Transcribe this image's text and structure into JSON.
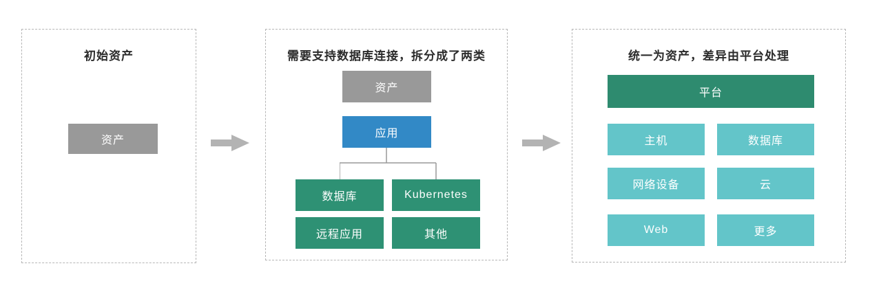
{
  "colors": {
    "gray_box": "#999999",
    "blue_box": "#3289c6",
    "green_box": "#2e9174",
    "platform_box": "#2e8b6f",
    "teal_box": "#63c5c9",
    "arrow": "#b3b3b3",
    "connector_line": "#999999",
    "dashed_border": "#b5b5b5",
    "title_text": "#2b2b2b",
    "box_text": "#ffffff"
  },
  "panel_initial": {
    "title": "初始资产",
    "asset": "资产"
  },
  "panel_split": {
    "title": "需要支持数据库连接，拆分成了两类",
    "asset": "资产",
    "app": "应用",
    "children": [
      "数据库",
      "Kubernetes",
      "远程应用",
      "其他"
    ]
  },
  "panel_unified": {
    "title": "统一为资产，差异由平台处理",
    "platform": "平台",
    "grid": [
      "主机",
      "数据库",
      "网络设备",
      "云",
      "Web",
      "更多"
    ]
  }
}
